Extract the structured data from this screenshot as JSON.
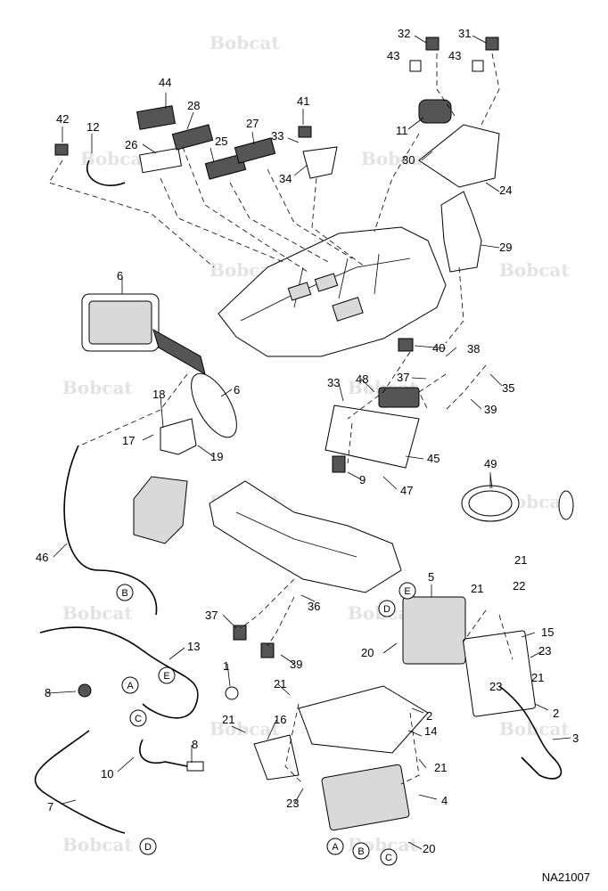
{
  "watermark": {
    "text": "Bobcat"
  },
  "drawing_id": "NA21007",
  "callouts": [
    "1",
    "2",
    "3",
    "4",
    "5",
    "6",
    "7",
    "8",
    "9",
    "10",
    "11",
    "12",
    "13",
    "14",
    "15",
    "16",
    "17",
    "18",
    "19",
    "20",
    "21",
    "22",
    "23",
    "24",
    "25",
    "26",
    "27",
    "28",
    "29",
    "30",
    "31",
    "32",
    "33",
    "34",
    "35",
    "36",
    "37",
    "38",
    "39",
    "40",
    "41",
    "42",
    "43",
    "44",
    "45",
    "46",
    "47",
    "48",
    "49"
  ],
  "connectors": [
    "A",
    "B",
    "C",
    "D",
    "E"
  ]
}
